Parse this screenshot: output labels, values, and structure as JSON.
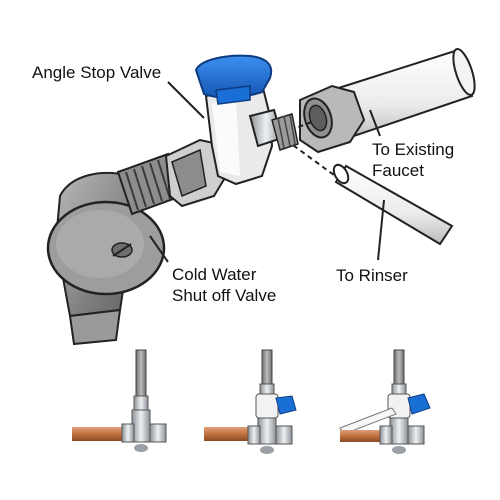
{
  "labels": {
    "angle_stop_valve": "Angle Stop Valve",
    "cold_water_line1": "Cold Water",
    "cold_water_line2": "Shut off Valve",
    "existing_faucet_line1": "To Existing",
    "existing_faucet_line2": "Faucet",
    "rinser": "To Rinser"
  },
  "colors": {
    "valve_handle": "#1a6fd6",
    "valve_body": "#e9eef2",
    "copper_pipe": "#c0703e",
    "chrome": "#c9cdd1",
    "braided_line": "#8e8e8e",
    "rinser_tube": "#f3f3f3"
  }
}
